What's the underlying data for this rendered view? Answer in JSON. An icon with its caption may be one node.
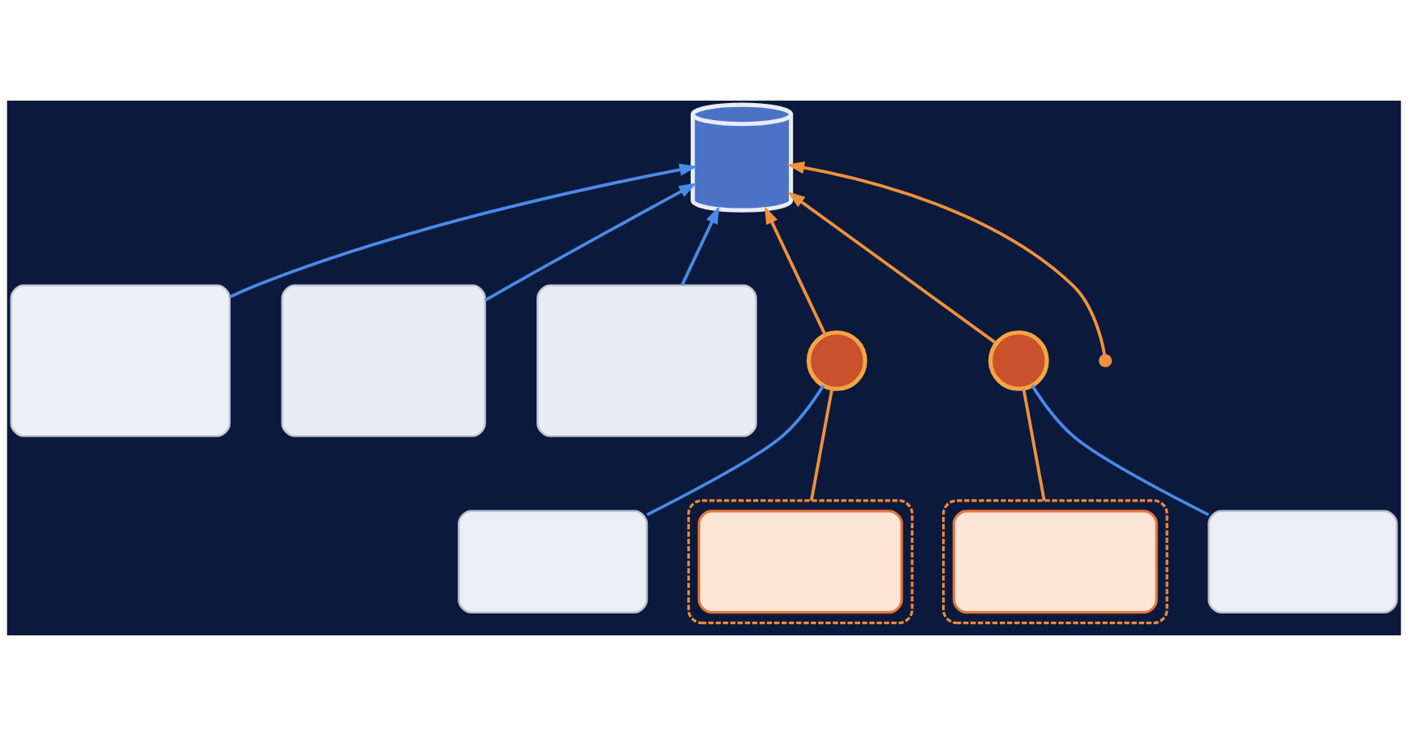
{
  "diagram": {
    "nodes": [
      {
        "text": [],
        "shape": "box"
      },
      {
        "text": [],
        "shape": "box"
      },
      {
        "text": [],
        "shape": "box"
      },
      {
        "text": [],
        "shape": "cylinder"
      },
      {
        "text": [],
        "shape": "circle"
      },
      {
        "text": [],
        "shape": "circle"
      },
      {
        "text": [],
        "shape": "box"
      },
      {
        "text": [],
        "shape": "box"
      },
      {
        "text": [],
        "shape": "box",
        "in": 7
      },
      {
        "text": [],
        "shape": "box"
      },
      {
        "text": [],
        "shape": "box",
        "in": 9
      },
      {
        "text": [],
        "shape": "box"
      }
    ],
    "edges": [
      {
        "from": 0,
        "to": 3,
        "arrow": "to"
      },
      {
        "from": 1,
        "to": 3,
        "arrow": "to"
      },
      {
        "from": 2,
        "to": 3,
        "arrow": "to"
      },
      {
        "from": 6,
        "to": 4,
        "arrow": "none"
      },
      {
        "from": 7,
        "to": 4,
        "arrow": "none",
        "color": "#f0913c"
      },
      {
        "from": 4,
        "to": 3,
        "arrow": "to",
        "color": "#f0913c"
      },
      {
        "from": null,
        "to": 3,
        "arrow": "to",
        "color": "#f0913c"
      },
      {
        "from": 5,
        "to": 3,
        "arrow": "to",
        "color": "#f0913c"
      },
      {
        "from": 9,
        "to": 5,
        "arrow": "none",
        "color": "#f0913c"
      },
      {
        "from": 11,
        "to": 5,
        "arrow": "none"
      }
    ]
  }
}
